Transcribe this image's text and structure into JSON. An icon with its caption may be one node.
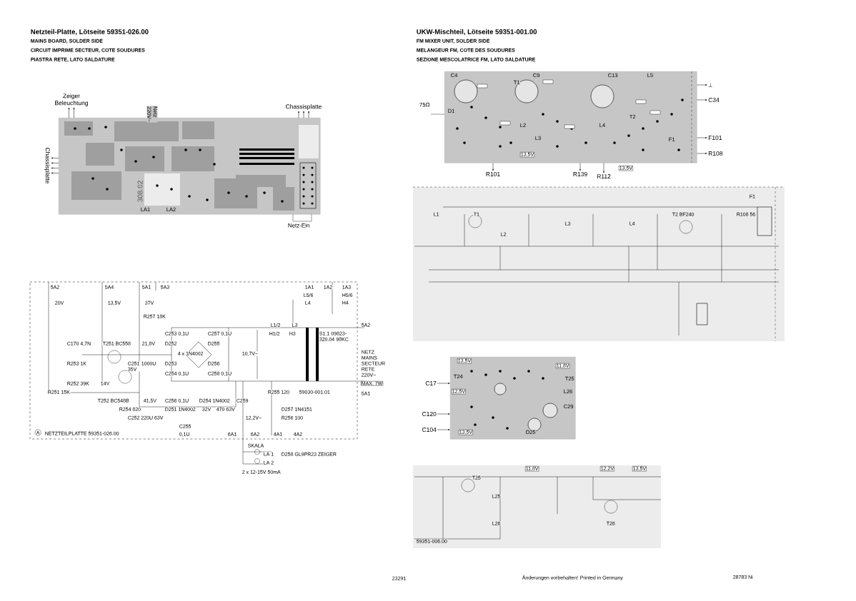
{
  "diagram": {
    "nodes": [
      {
        "text": [],
        "shape": "picture"
      },
      {
        "text": [
          "Zeiger Beleuchtung"
        ]
      },
      {
        "text": [
          "Chassisplatte"
        ]
      },
      {
        "text": [
          "Chassisplatte"
        ]
      },
      {
        "text": [],
        "shape": "picture"
      },
      {
        "text": [
          "⊥"
        ]
      },
      {
        "text": [
          "C34"
        ]
      },
      {
        "text": [
          "F101"
        ]
      },
      {
        "text": [
          "R108"
        ]
      },
      {
        "text": [
          "R101"
        ]
      },
      {
        "text": [
          "R139"
        ]
      },
      {
        "text": [
          "R112"
        ]
      },
      {
        "text": [],
        "shape": "picture"
      },
      {
        "text": [
          "C17"
        ]
      },
      {
        "text": [
          "C120"
        ]
      },
      {
        "text": [
          "C104"
        ]
      }
    ],
    "edges": [
      {
        "from": 0,
        "to": 1,
        "arrow": "to"
      },
      {
        "from": 0,
        "to": 1,
        "arrow": "to"
      },
      {
        "from": 0,
        "to": 2,
        "arrow": "to"
      },
      {
        "from": 0,
        "to": 2,
        "arrow": "to"
      },
      {
        "from": 0,
        "to": 2,
        "arrow": "to"
      },
      {
        "from": 0,
        "to": 2,
        "arrow": "to"
      },
      {
        "from": 0,
        "to": 3,
        "arrow": "to"
      },
      {
        "from": 0,
        "to": 3,
        "arrow": "to"
      },
      {
        "from": 0,
        "to": 3,
        "arrow": "to"
      },
      {
        "from": 4,
        "to": 5,
        "arrow": "to"
      },
      {
        "from": 4,
        "to": 6,
        "arrow": "to"
      },
      {
        "from": 4,
        "to": 7,
        "arrow": "to"
      },
      {
        "from": 4,
        "to": 8,
        "arrow": "to"
      },
      {
        "from": 4,
        "to": 9,
        "arrow": "to"
      },
      {
        "from": 4,
        "to": 10,
        "arrow": "to"
      },
      {
        "from": 4,
        "to": 11,
        "arrow": "to"
      },
      {
        "from": 13,
        "to": 12,
        "arrow": "to"
      },
      {
        "from": 14,
        "to": 12,
        "arrow": "to"
      },
      {
        "from": 15,
        "to": 12,
        "arrow": "to"
      }
    ],
    "labels": [
      "Netzteil-Platte, Lötseite 59351-026.00",
      "MAINS BOARD, SOLDER SIDE",
      "CIRCUIT IMPRIME SECTEUR, COTE SOUDURES",
      "PIASTRA RETE, LATO SALDATURE",
      "UKW-Mischteil, Lötseite 59351-001.00",
      "FM MIXER UNIT, SOLDER SIDE",
      "MELANGEUR FM, COTE DES SOUDURES",
      "SEZIONE MESCOLATRICE FM, LATO SALDATURE",
      "Netz 220V~",
      "308.02",
      "LA1",
      "LA2",
      "Netz-Ein",
      "C4",
      "C9",
      "C13",
      "L5",
      "T1",
      "75Ω",
      "D1",
      "T2",
      "L2",
      "L4",
      "L3",
      "F1",
      "13,5V",
      "13,5V",
      "13,5V",
      "11,8V",
      "T24",
      "T25",
      "12,5V",
      "L26",
      "C29",
      "13,5V",
      "D25",
      "F1",
      "L1",
      "T1",
      "T2 BF240",
      "R108 56",
      "L3",
      "L4",
      "L2",
      "11,8V",
      "12,2V",
      "13,5V",
      "T25",
      "L25",
      "L26",
      "T26",
      "59351-006.00",
      "5A2",
      "5A4",
      "5A1",
      "5A3",
      "1A1",
      "1A2",
      "1A3",
      "L5/6",
      "H5/6",
      "20V",
      "13,5V",
      "37V",
      "L4",
      "H4",
      "R257 18K",
      "L1/2",
      "L3",
      "5A2",
      "C253 0,1U",
      "C257 0,1U",
      "H1/2",
      "H3",
      "S1.1 09823-320.04 98KC",
      "C170 4,7N",
      "T251 BC558",
      "21,8V",
      "D252",
      "D255",
      "4 x 1N4002",
      "10,7V~",
      "NETZ MAINS SECTEUR RETE",
      "R253 1K",
      "C251 1000U 35V",
      "D253",
      "D256",
      "C254 0,1U",
      "C258 0,1U",
      "220V~",
      "R252 39K",
      "14V",
      "MAX. 7W",
      "R251 15K",
      "R255 120",
      "59030-001.01",
      "5A1",
      "T252 BC548B",
      "41,5V",
      "C256 0,1U",
      "D254 1N4002",
      "C259",
      "R254 820",
      "D251 1N4002",
      "32V",
      "470 63V",
      "D257 1N4151",
      "C252 220U 63V",
      "12,2V~",
      "R256 100",
      "C255",
      "A",
      "NETZTEILPLATTE 59351-026.00",
      "0,1U",
      "6A1",
      "6A2",
      "4A1",
      "4A2",
      "SKALA",
      "LA 1",
      "D258 GL9PR23 ZEIGER",
      "LA 2",
      "2 x 12-15V 50mA",
      "23291",
      "Änderungen vorbehalten! Printed in Germany",
      "28783 Ni"
    ]
  }
}
